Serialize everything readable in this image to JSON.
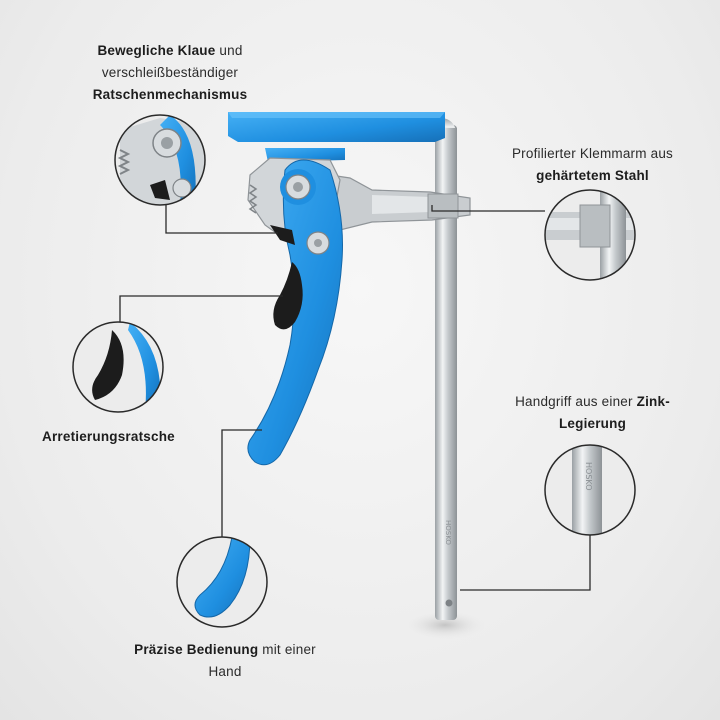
{
  "callouts": {
    "claw": {
      "bold": "Bewegliche Klaue",
      "normal1": " und",
      "normal2": "verschleißbeständiger",
      "bold2": "Ratschenmechanismus"
    },
    "arm": {
      "normal": "Profilierter Klemmarm aus",
      "bold": "gehärtetem Stahl"
    },
    "ratchet": {
      "bold": "Arretierungsratsche"
    },
    "handle": {
      "normal": "Handgriff aus einer ",
      "bold": "Zink-",
      "bold2": "Legierung"
    },
    "operation": {
      "bold": "Präzise Bedienung",
      "normal": " mit einer",
      "normal2": "Hand"
    }
  },
  "colors": {
    "accent_blue": "#1f8fe0",
    "handle_black": "#1c1c1c",
    "steel": "#cfd3d6",
    "line": "#2a2a2a"
  }
}
